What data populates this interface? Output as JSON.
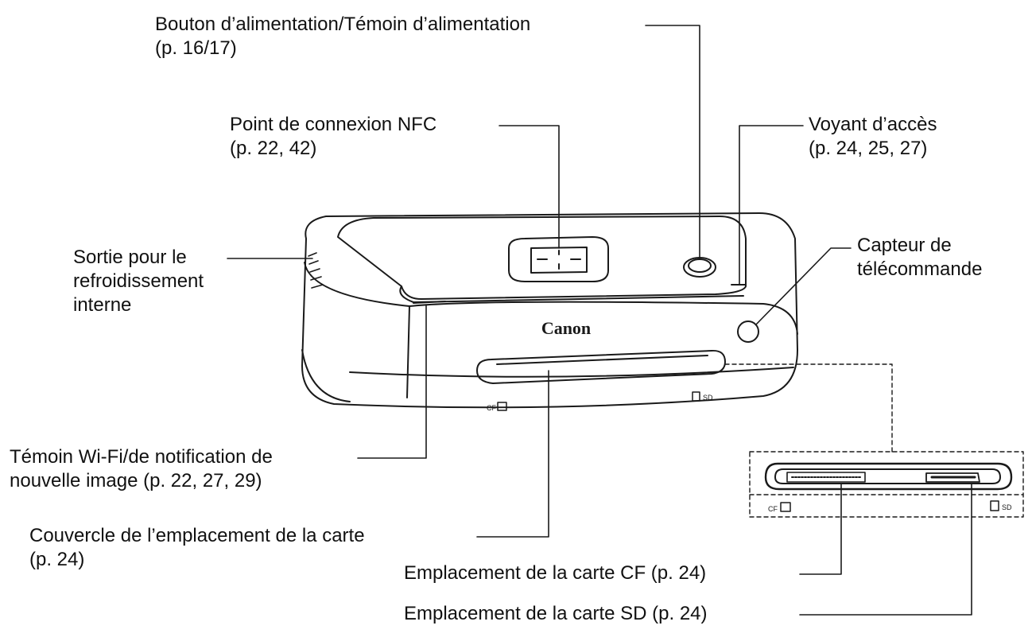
{
  "brand": "Canon",
  "callouts": {
    "power": {
      "line1": "Bouton d’alimentation/Témoin d’alimentation",
      "line2": "(p. 16/17)"
    },
    "nfc": {
      "line1": "Point de connexion NFC",
      "line2": "(p. 22, 42)"
    },
    "access": {
      "line1": "Voyant d’accès",
      "line2": "(p. 24, 25, 27)"
    },
    "cooling": {
      "line1": "Sortie pour le",
      "line2": "refroidissement",
      "line3": "interne"
    },
    "remote": {
      "line1": "Capteur de",
      "line2": "télécommande"
    },
    "wifi": {
      "line1": "Témoin Wi-Fi/de notification de",
      "line2": "nouvelle image (p. 22, 27, 29)"
    },
    "cover": {
      "line1": "Couvercle de l’emplacement de la carte",
      "line2": "(p. 24)"
    },
    "cf_slot": {
      "line1": "Emplacement de la carte CF (p. 24)"
    },
    "sd_slot": {
      "line1": "Emplacement de la carte SD (p. 24)"
    }
  },
  "slot_marks": {
    "cf": "CF",
    "sd": "SD"
  }
}
